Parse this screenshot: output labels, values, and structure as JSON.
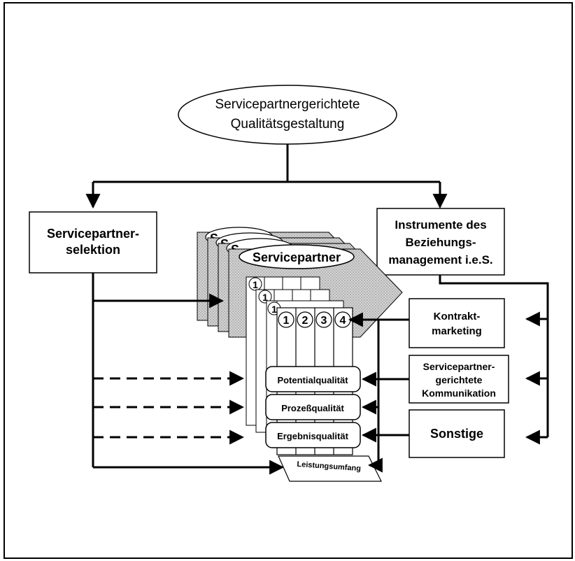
{
  "top_ellipse": {
    "line1": "Servicepartnergerichtete",
    "line2": "Qualitätsgestaltung"
  },
  "left_box": {
    "line1": "Servicepartner-",
    "line2": "selektion"
  },
  "right_box": {
    "line1": "Instrumente des",
    "line2": "Beziehungs-",
    "line3": "management i.e.S."
  },
  "instrument_boxes": [
    {
      "line1": "Kontrakt-",
      "line2": "marketing"
    },
    {
      "line1": "Servicepartner-",
      "line2": "gerichtete",
      "line3": "Kommunikation"
    },
    {
      "line1": "Sonstige"
    }
  ],
  "partner_stack": {
    "label": "Servicepartner",
    "card_letter": "S",
    "column_numbers": [
      "1",
      "2",
      "3",
      "4"
    ]
  },
  "quality_labels": [
    "Potentialqualität",
    "Prozeßqualität",
    "Ergebnisqualität"
  ],
  "base_label": "Leistungsumfang"
}
